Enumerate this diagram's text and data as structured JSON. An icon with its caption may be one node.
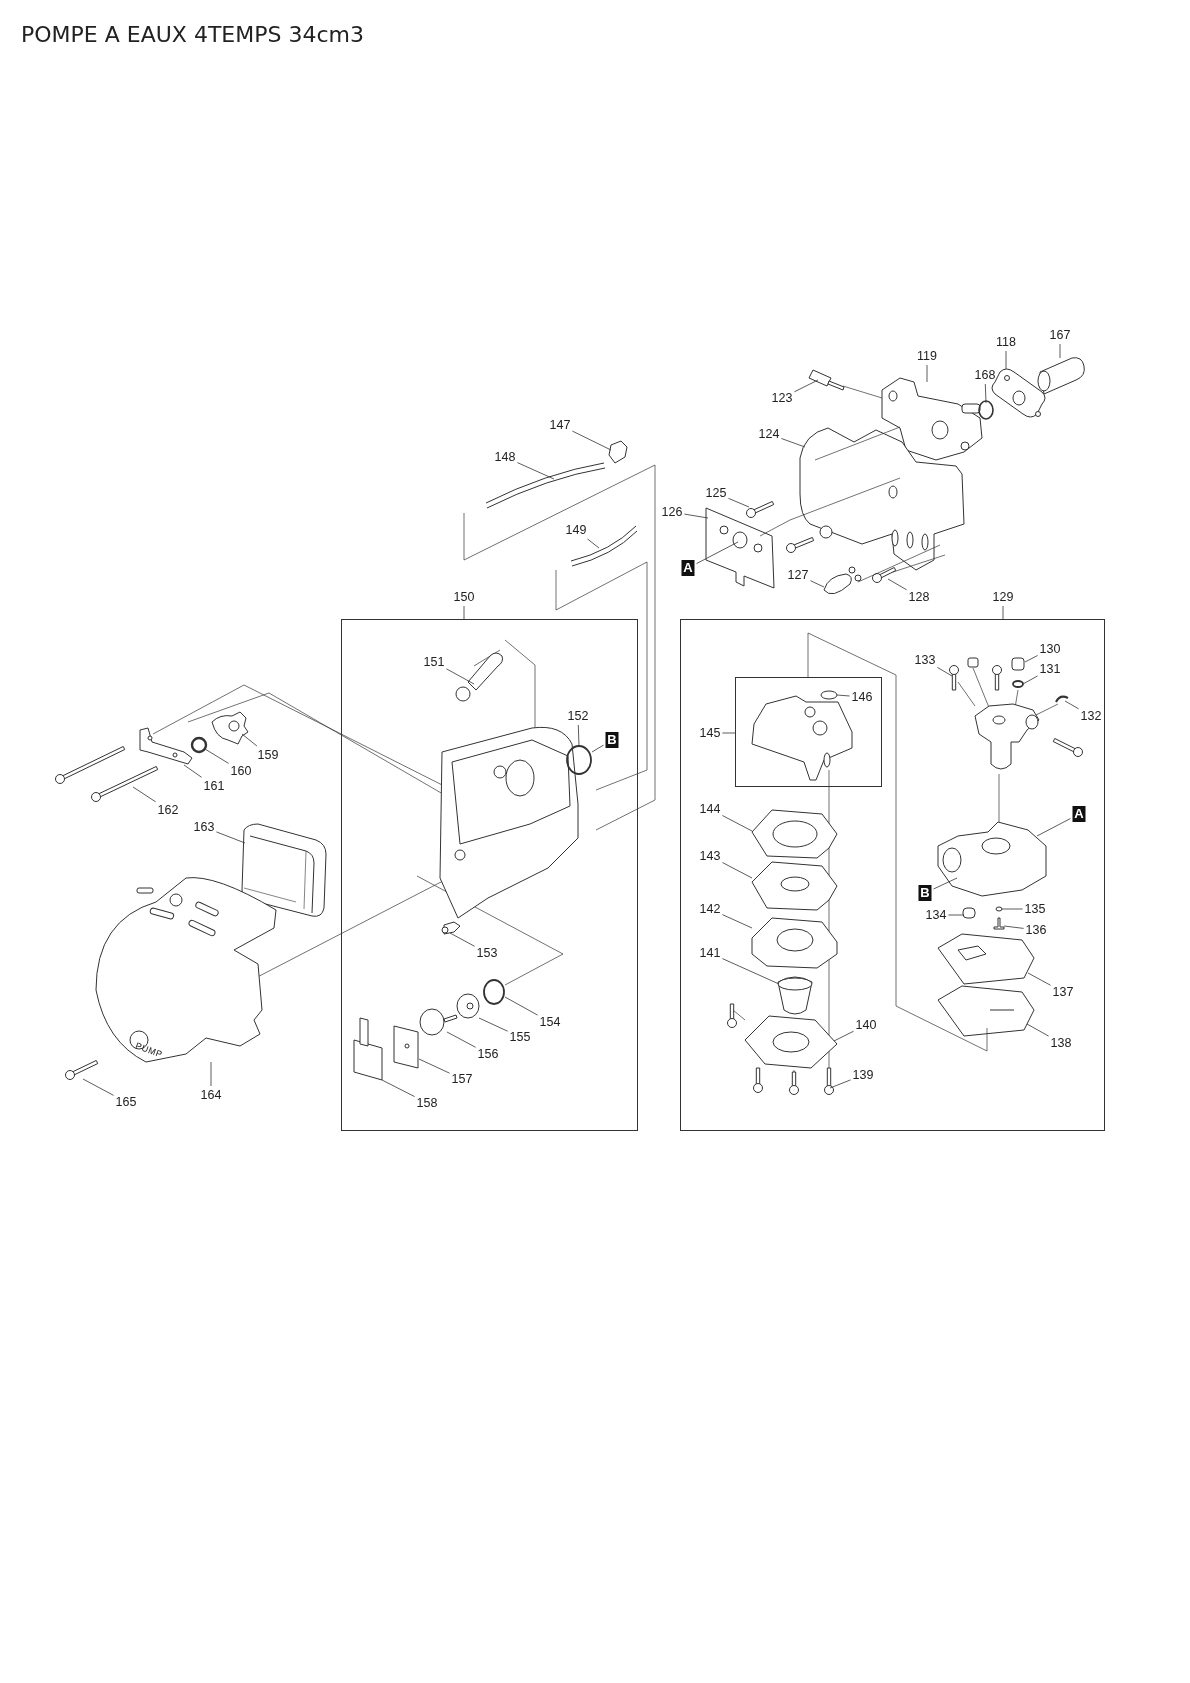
{
  "diagram": {
    "title": "POMPE A EAUX 4TEMPS 34cm3",
    "nodes": [
      {
        "text": [
          "118"
        ]
      },
      {
        "text": [
          "167"
        ]
      },
      {
        "text": [
          "119"
        ]
      },
      {
        "text": [
          "168"
        ]
      },
      {
        "text": [
          "123"
        ]
      },
      {
        "text": [
          "124"
        ]
      },
      {
        "text": [
          "147"
        ]
      },
      {
        "text": [
          "148"
        ]
      },
      {
        "text": [
          "125"
        ]
      },
      {
        "text": [
          "126"
        ]
      },
      {
        "text": [
          "149"
        ]
      },
      {
        "text": [
          "A"
        ]
      },
      {
        "text": [
          "127"
        ]
      },
      {
        "text": [
          "128"
        ]
      },
      {
        "text": [
          "150"
        ]
      },
      {
        "text": [
          "129"
        ]
      },
      {
        "text": [],
        "shape": "box"
      },
      {
        "text": [],
        "shape": "box"
      },
      {
        "text": [],
        "shape": "box",
        "in": 17
      },
      {
        "text": [
          "151"
        ],
        "in": 16
      },
      {
        "text": [
          "152"
        ],
        "in": 16
      },
      {
        "text": [
          "B"
        ],
        "in": 16
      },
      {
        "text": [
          "153"
        ],
        "in": 16
      },
      {
        "text": [
          "154"
        ],
        "in": 16
      },
      {
        "text": [
          "155"
        ],
        "in": 16
      },
      {
        "text": [
          "156"
        ],
        "in": 16
      },
      {
        "text": [
          "157"
        ],
        "in": 16
      },
      {
        "text": [
          "158"
        ],
        "in": 16
      },
      {
        "text": [
          "159"
        ]
      },
      {
        "text": [
          "160"
        ]
      },
      {
        "text": [
          "161"
        ]
      },
      {
        "text": [
          "162"
        ]
      },
      {
        "text": [
          "163"
        ]
      },
      {
        "text": [
          "164"
        ]
      },
      {
        "text": [
          "165"
        ]
      },
      {
        "text": [
          "130"
        ],
        "in": 17
      },
      {
        "text": [
          "131"
        ],
        "in": 17
      },
      {
        "text": [
          "133"
        ],
        "in": 17
      },
      {
        "text": [
          "132"
        ],
        "in": 17
      },
      {
        "text": [
          "145"
        ],
        "in": 17
      },
      {
        "text": [
          "146"
        ],
        "in": 18
      },
      {
        "text": [
          "A"
        ],
        "in": 17
      },
      {
        "text": [
          "144"
        ],
        "in": 17
      },
      {
        "text": [
          "143"
        ],
        "in": 17
      },
      {
        "text": [
          "142"
        ],
        "in": 17
      },
      {
        "text": [
          "B"
        ],
        "in": 17
      },
      {
        "text": [
          "134"
        ],
        "in": 17
      },
      {
        "text": [
          "135"
        ],
        "in": 17
      },
      {
        "text": [
          "136"
        ],
        "in": 17
      },
      {
        "text": [
          "141"
        ],
        "in": 17
      },
      {
        "text": [
          "140"
        ],
        "in": 17
      },
      {
        "text": [
          "139"
        ],
        "in": 17
      },
      {
        "text": [
          "137"
        ],
        "in": 17
      },
      {
        "text": [
          "138"
        ],
        "in": 17
      },
      {
        "text": [],
        "shape": "picture"
      },
      {
        "text": [],
        "shape": "cylinder"
      },
      {
        "text": [],
        "shape": "picture"
      },
      {
        "text": [],
        "shape": "circle"
      },
      {
        "text": [],
        "shape": "bar"
      },
      {
        "text": [],
        "shape": "picture"
      },
      {
        "text": [],
        "shape": "picture"
      },
      {
        "text": [],
        "shape": "picture"
      },
      {
        "text": [],
        "shape": "bar"
      },
      {
        "text": [],
        "shape": "picture"
      },
      {
        "text": [],
        "shape": "picture"
      },
      {
        "text": [],
        "shape": "picture"
      },
      {
        "text": [],
        "shape": "bar"
      },
      {
        "text": [],
        "shape": "picture",
        "in": 16
      },
      {
        "text": [],
        "shape": "circle",
        "in": 16
      },
      {
        "text": [],
        "shape": "picture",
        "in": 16
      },
      {
        "text": [],
        "shape": "circle",
        "in": 16
      },
      {
        "text": [],
        "shape": "circle",
        "in": 16
      },
      {
        "text": [],
        "shape": "circle",
        "in": 16
      },
      {
        "text": [],
        "shape": "box",
        "in": 16
      },
      {
        "text": [],
        "shape": "box",
        "in": 16
      },
      {
        "text": [],
        "shape": "picture"
      },
      {
        "text": [],
        "shape": "circle"
      },
      {
        "text": [],
        "shape": "picture"
      },
      {
        "text": [],
        "shape": "bar"
      },
      {
        "text": [],
        "shape": "picture"
      },
      {
        "text": [],
        "shape": "picture"
      },
      {
        "text": [],
        "shape": "bar"
      },
      {
        "text": [],
        "shape": "box",
        "in": 17
      },
      {
        "text": [],
        "shape": "circle",
        "in": 17
      },
      {
        "text": [],
        "shape": "bar",
        "in": 17
      },
      {
        "text": [],
        "shape": "picture",
        "in": 17
      },
      {
        "text": [],
        "shape": "circle",
        "in": 18
      },
      {
        "text": [],
        "shape": "picture",
        "in": 17
      },
      {
        "text": [],
        "shape": "picture",
        "in": 17
      },
      {
        "text": [],
        "shape": "picture",
        "in": 17
      },
      {
        "text": [],
        "shape": "picture",
        "in": 17
      },
      {
        "text": [],
        "shape": "box",
        "in": 17
      },
      {
        "text": [],
        "shape": "circle",
        "in": 17
      },
      {
        "text": [],
        "shape": "picture",
        "in": 17
      },
      {
        "text": [],
        "shape": "picture",
        "in": 17
      },
      {
        "text": [],
        "shape": "picture",
        "in": 17
      },
      {
        "text": [],
        "shape": "bar",
        "in": 17
      },
      {
        "text": [],
        "shape": "picture",
        "in": 17
      },
      {
        "text": [],
        "shape": "picture",
        "in": 17
      }
    ],
    "edges": [
      {
        "from": 0,
        "to": 54,
        "arrow": "none"
      },
      {
        "from": 1,
        "to": 55,
        "arrow": "none"
      },
      {
        "from": 2,
        "to": 56,
        "arrow": "none"
      },
      {
        "from": 3,
        "to": 57,
        "arrow": "none"
      },
      {
        "from": 4,
        "to": 58,
        "arrow": "none"
      },
      {
        "from": 5,
        "to": 59,
        "arrow": "none"
      },
      {
        "from": 6,
        "to": 60,
        "arrow": "none"
      },
      {
        "from": 7,
        "to": 61,
        "arrow": "none"
      },
      {
        "from": 8,
        "to": 62,
        "arrow": "none"
      },
      {
        "from": 9,
        "to": 63,
        "arrow": "none"
      },
      {
        "from": 10,
        "to": 64,
        "arrow": "none"
      },
      {
        "from": 11,
        "to": 63,
        "arrow": "none"
      },
      {
        "from": 12,
        "to": 65,
        "arrow": "none"
      },
      {
        "from": 13,
        "to": 66,
        "arrow": "none"
      },
      {
        "from": 14,
        "to": 16,
        "arrow": "none"
      },
      {
        "from": 15,
        "to": 17,
        "arrow": "none"
      },
      {
        "from": 19,
        "to": 67,
        "arrow": "none"
      },
      {
        "from": 20,
        "to": 68,
        "arrow": "none"
      },
      {
        "from": 21,
        "to": 68,
        "arrow": "none"
      },
      {
        "from": 22,
        "to": 69,
        "arrow": "none"
      },
      {
        "from": 23,
        "to": 70,
        "arrow": "none"
      },
      {
        "from": 24,
        "to": 71,
        "arrow": "none"
      },
      {
        "from": 25,
        "to": 72,
        "arrow": "none"
      },
      {
        "from": 26,
        "to": 74,
        "arrow": "none"
      },
      {
        "from": 27,
        "to": 73,
        "arrow": "none"
      },
      {
        "from": 28,
        "to": 75,
        "arrow": "none"
      },
      {
        "from": 29,
        "to": 76,
        "arrow": "none"
      },
      {
        "from": 30,
        "to": 77,
        "arrow": "none"
      },
      {
        "from": 31,
        "to": 78,
        "arrow": "none"
      },
      {
        "from": 32,
        "to": 79,
        "arrow": "none"
      },
      {
        "from": 33,
        "to": 80,
        "arrow": "none"
      },
      {
        "from": 34,
        "to": 81,
        "arrow": "none"
      },
      {
        "from": 35,
        "to": 82,
        "arrow": "none"
      },
      {
        "from": 36,
        "to": 83,
        "arrow": "none"
      },
      {
        "from": 37,
        "to": 84,
        "arrow": "none"
      },
      {
        "from": 38,
        "to": 85,
        "arrow": "none"
      },
      {
        "from": 39,
        "to": 18,
        "arrow": "none"
      },
      {
        "from": 40,
        "to": 86,
        "arrow": "none"
      },
      {
        "from": 41,
        "to": 87,
        "arrow": "none"
      },
      {
        "from": 42,
        "to": 88,
        "arrow": "none"
      },
      {
        "from": 43,
        "to": 89,
        "arrow": "none"
      },
      {
        "from": 44,
        "to": 90,
        "arrow": "none"
      },
      {
        "from": 45,
        "to": 87,
        "arrow": "none"
      },
      {
        "from": 46,
        "to": 91,
        "arrow": "none"
      },
      {
        "from": 47,
        "to": 92,
        "arrow": "none"
      },
      {
        "from": 48,
        "to": 93,
        "arrow": "none"
      },
      {
        "from": 49,
        "to": 94,
        "arrow": "none"
      },
      {
        "from": 50,
        "to": 95,
        "arrow": "none"
      },
      {
        "from": 51,
        "to": 96,
        "arrow": "none"
      },
      {
        "from": 52,
        "to": 97,
        "arrow": "none"
      },
      {
        "from": 53,
        "to": 98,
        "arrow": "none"
      },
      {
        "from": 58,
        "to": 56,
        "arrow": "none"
      },
      {
        "from": 63,
        "to": 59,
        "arrow": "none"
      },
      {
        "from": 59,
        "to": 56,
        "arrow": "none"
      },
      {
        "from": 65,
        "to": 59,
        "arrow": "none"
      },
      {
        "from": 66,
        "to": 59,
        "arrow": "none"
      },
      {
        "from": 18,
        "to": 98,
        "arrow": "none"
      }
    ],
    "labels": [
      "PUMP"
    ]
  }
}
